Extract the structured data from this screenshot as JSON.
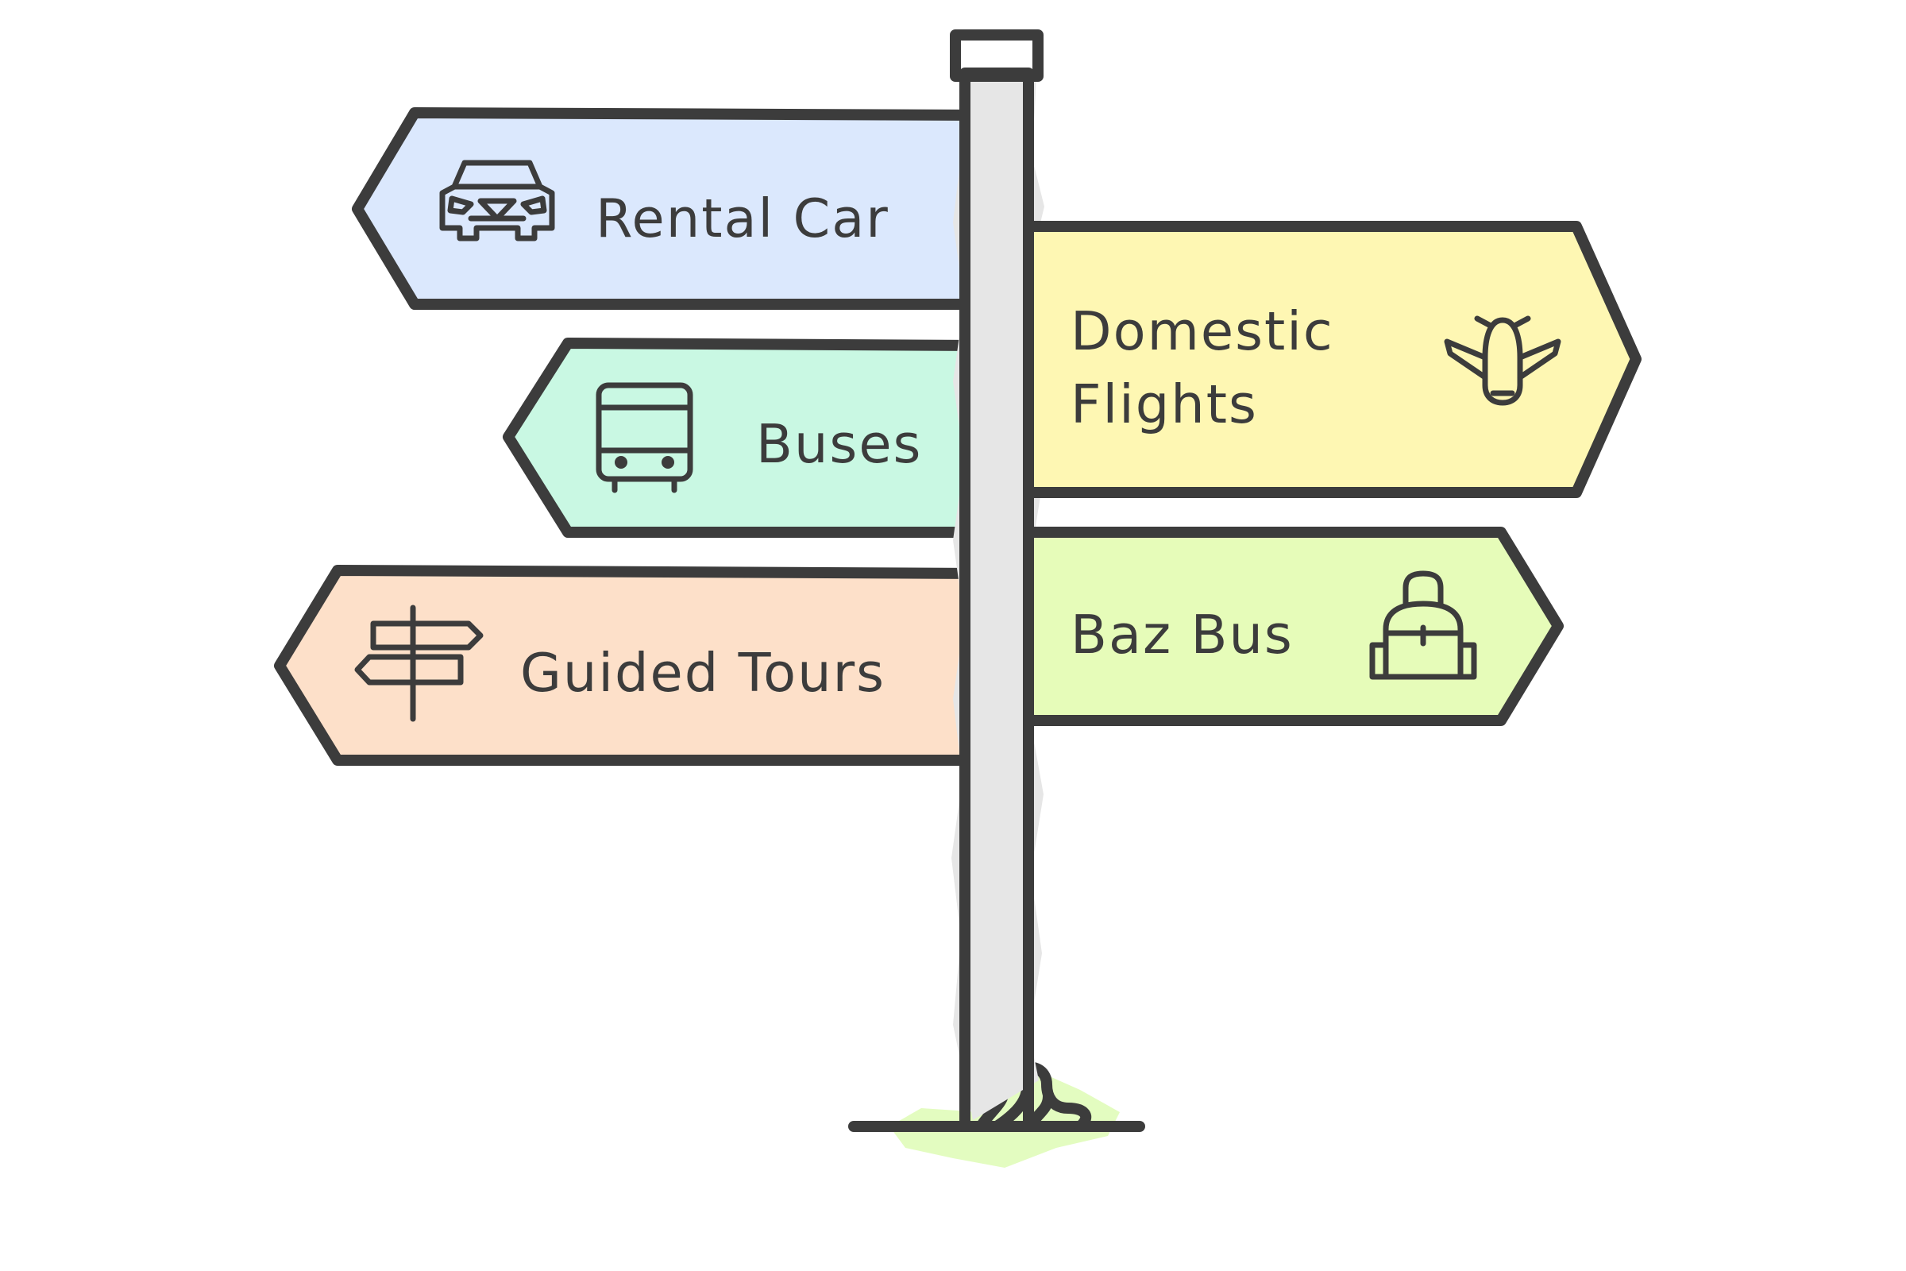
{
  "colors": {
    "outline": "#3c3c3c",
    "post": "#e6e6e6",
    "rental_car": "#dbe8fd",
    "buses": "#c9f8e3",
    "guided_tours": "#fde0c9",
    "domestic_flights": "#fef7b3",
    "baz_bus": "#e6fcb9",
    "grass": "#e3fcc0"
  },
  "signs": {
    "rental_car": {
      "label": "Rental Car",
      "icon": "car-icon"
    },
    "buses": {
      "label": "Buses",
      "icon": "bus-icon"
    },
    "guided_tours": {
      "label": "Guided Tours",
      "icon": "signpost-icon"
    },
    "domestic_flights": {
      "line1": "Domestic",
      "line2": "Flights",
      "icon": "airplane-icon"
    },
    "baz_bus": {
      "label": "Baz Bus",
      "icon": "backpack-icon"
    }
  }
}
